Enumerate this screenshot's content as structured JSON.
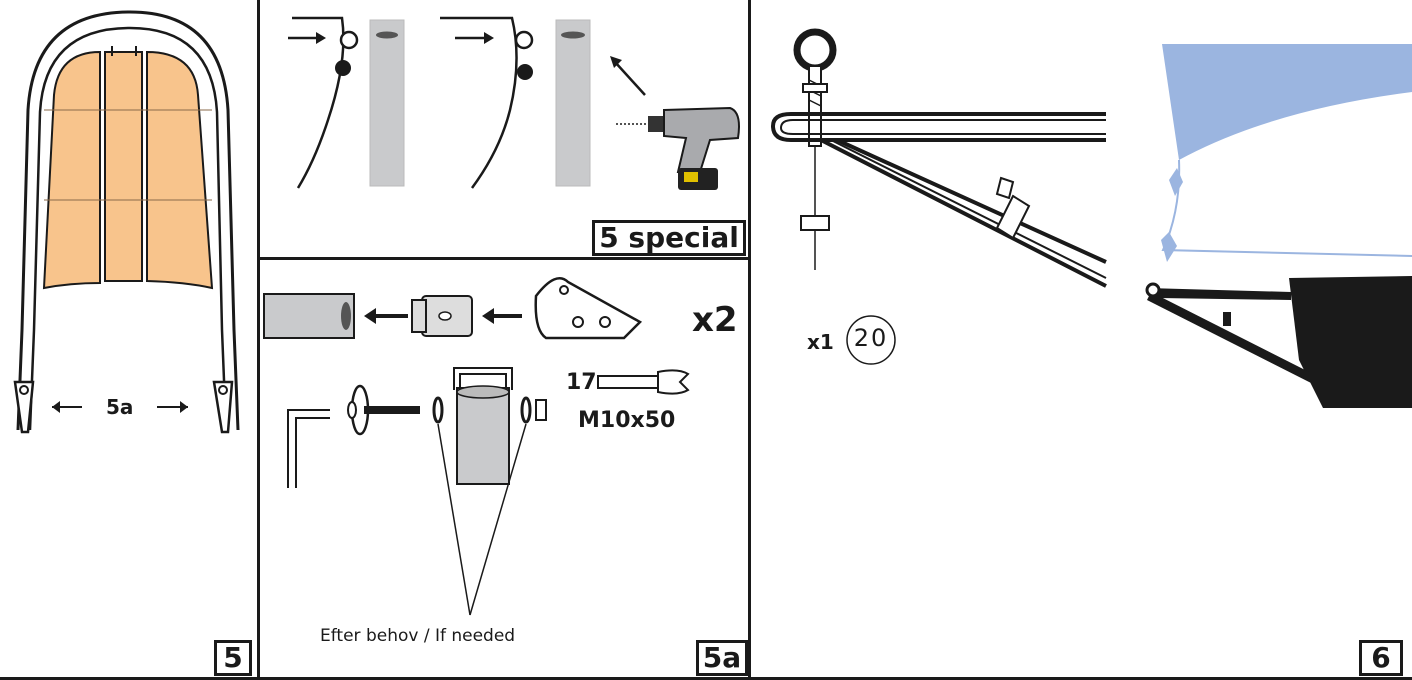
{
  "panel5": {
    "step": "5",
    "spacing_label": "5a"
  },
  "panel5special": {
    "step": "5 special"
  },
  "panel5a": {
    "step": "5a",
    "multiplier": "x2",
    "wrench_size": "17",
    "bolt_spec": "M10x50",
    "note": "Efter  behov / If needed"
  },
  "panel6": {
    "step": "6",
    "quantity": "x1",
    "part_number": "20"
  },
  "colors": {
    "wood": "#f8c48c",
    "tube": "#c9cacc",
    "canopy": "#9bb5e0",
    "line": "#1a1a1a"
  }
}
